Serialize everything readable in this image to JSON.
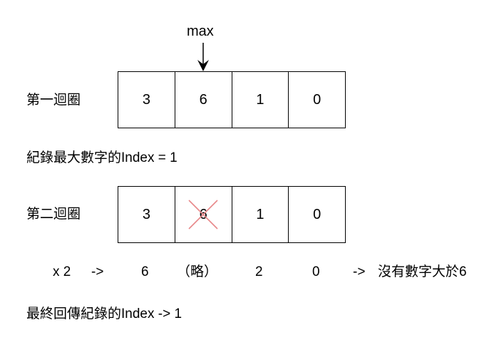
{
  "max_label": "max",
  "round1": {
    "label": "第一迴圈",
    "cells": [
      "3",
      "6",
      "1",
      "0"
    ]
  },
  "record_text": "紀錄最大數字的Index  = 1",
  "round2": {
    "label": "第二迴圈",
    "cells": [
      "3",
      "6",
      "1",
      "0"
    ],
    "crossed_index": 1
  },
  "multiply": {
    "factor": "x 2",
    "arrow1": "->",
    "results": [
      "6",
      "（略）",
      "2",
      "0"
    ],
    "arrow2": "->",
    "note": "沒有數字大於6"
  },
  "final_text": "最終回傳紀錄的Index  ->  1",
  "colors": {
    "cross": "#e8888a",
    "border": "#000000"
  }
}
